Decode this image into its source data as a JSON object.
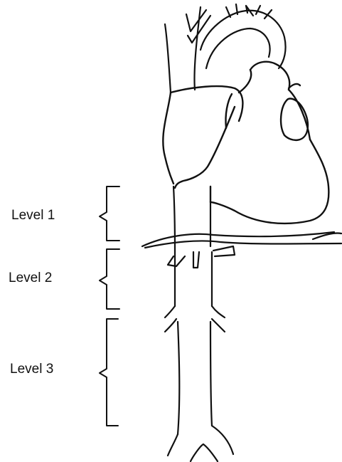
{
  "levels": [
    {
      "label": "Level 1"
    },
    {
      "label": "Level 2"
    },
    {
      "label": "Level 3"
    }
  ],
  "colors": {
    "ink": "#111111",
    "background": "#ffffff"
  }
}
